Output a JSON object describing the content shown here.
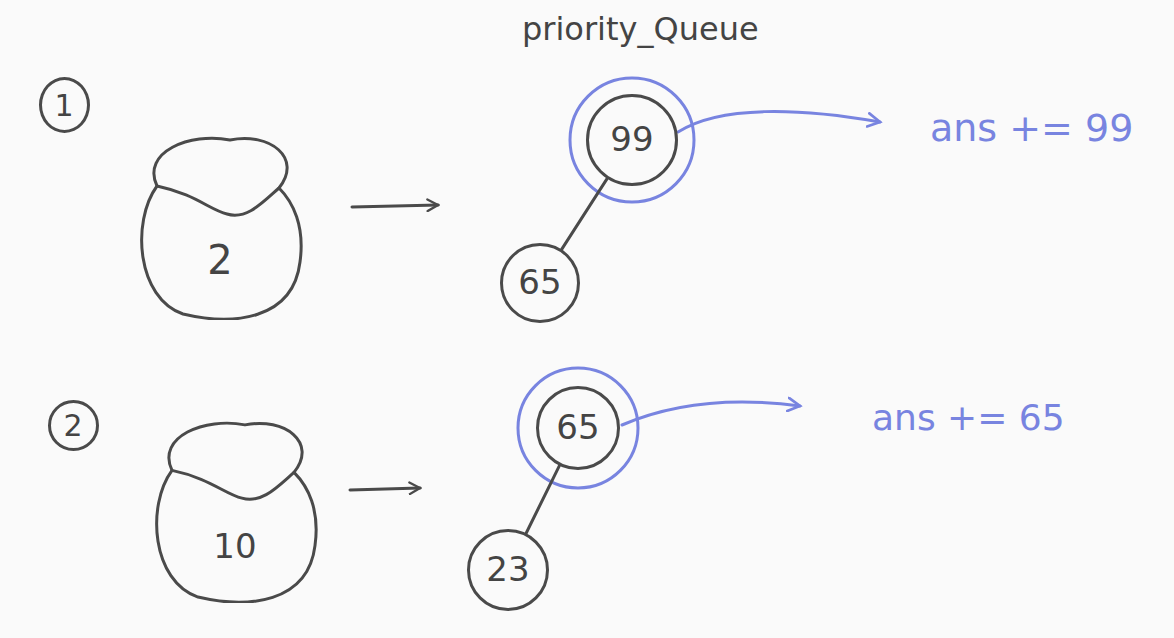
{
  "diagram": {
    "title": "priority_Queue",
    "nodes": [
      {
        "text": [
          "1"
        ]
      },
      {
        "text": [
          "2"
        ]
      },
      {
        "text": [
          "99"
        ]
      },
      {
        "text": [
          "65"
        ]
      },
      {
        "text": [
          "2"
        ]
      },
      {
        "text": [
          "10"
        ]
      },
      {
        "text": [
          "65"
        ]
      },
      {
        "text": [
          "23"
        ]
      }
    ],
    "edges": [
      {
        "from": 2,
        "to": 3,
        "arrow": "none"
      },
      {
        "from": 6,
        "to": 7,
        "arrow": "none"
      }
    ],
    "labels": [
      "ans += 99",
      "ans += 65"
    ]
  }
}
